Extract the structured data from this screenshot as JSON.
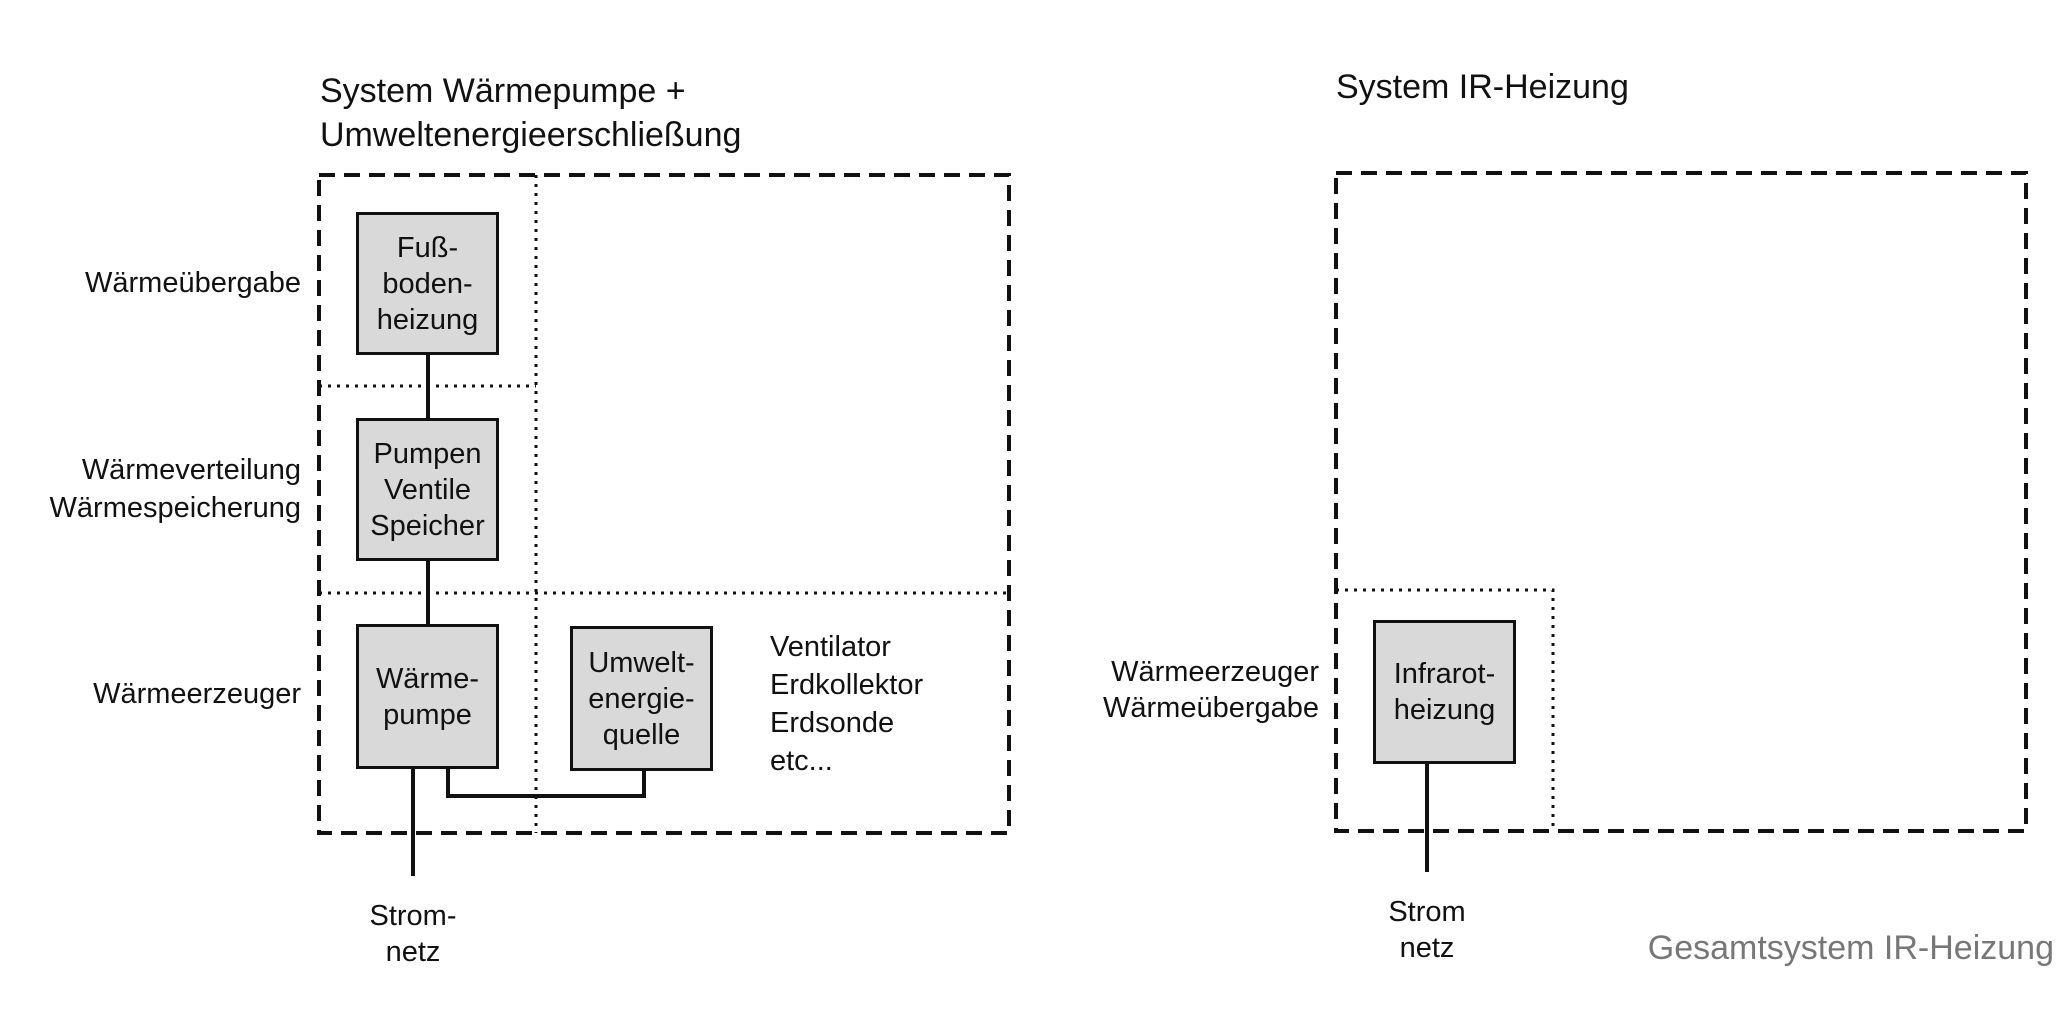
{
  "left_system": {
    "title_line1": "System Wärmepumpe +",
    "title_line2": "Umweltenergieerschließung",
    "row_labels": {
      "waermeuebergabe": "Wärmeübergabe",
      "waermeverteilung": "Wärmeverteilung",
      "waermespeicherung": "Wärmespeicherung",
      "waermeerzeuger": "Wärmeerzeuger"
    },
    "boxes": {
      "fussbodenheizung": "Fuß-\nboden-\nheizung",
      "pumpen": "Pumpen\nVentile\nSpeicher",
      "waermepumpe": "Wärme-\npumpe",
      "umweltenergiequelle": "Umwelt-\nenergie-\nquelle"
    },
    "sources": [
      "Ventilator",
      "Erdkollektor",
      "Erdsonde",
      "etc..."
    ],
    "grid_label_line1": "Strom-",
    "grid_label_line2": "netz"
  },
  "right_system": {
    "title": "System IR-Heizung",
    "row_label_line1": "Wärmeerzeuger",
    "row_label_line2": "Wärmeübergabe",
    "box": "Infrarot-\nheizung",
    "grid_label_line1": "Strom",
    "grid_label_line2": "netz"
  },
  "caption": "Gesamtsystem IR-Heizung",
  "colors": {
    "line": "#111111",
    "box_fill": "#d9d9d9",
    "caption": "#777777"
  }
}
